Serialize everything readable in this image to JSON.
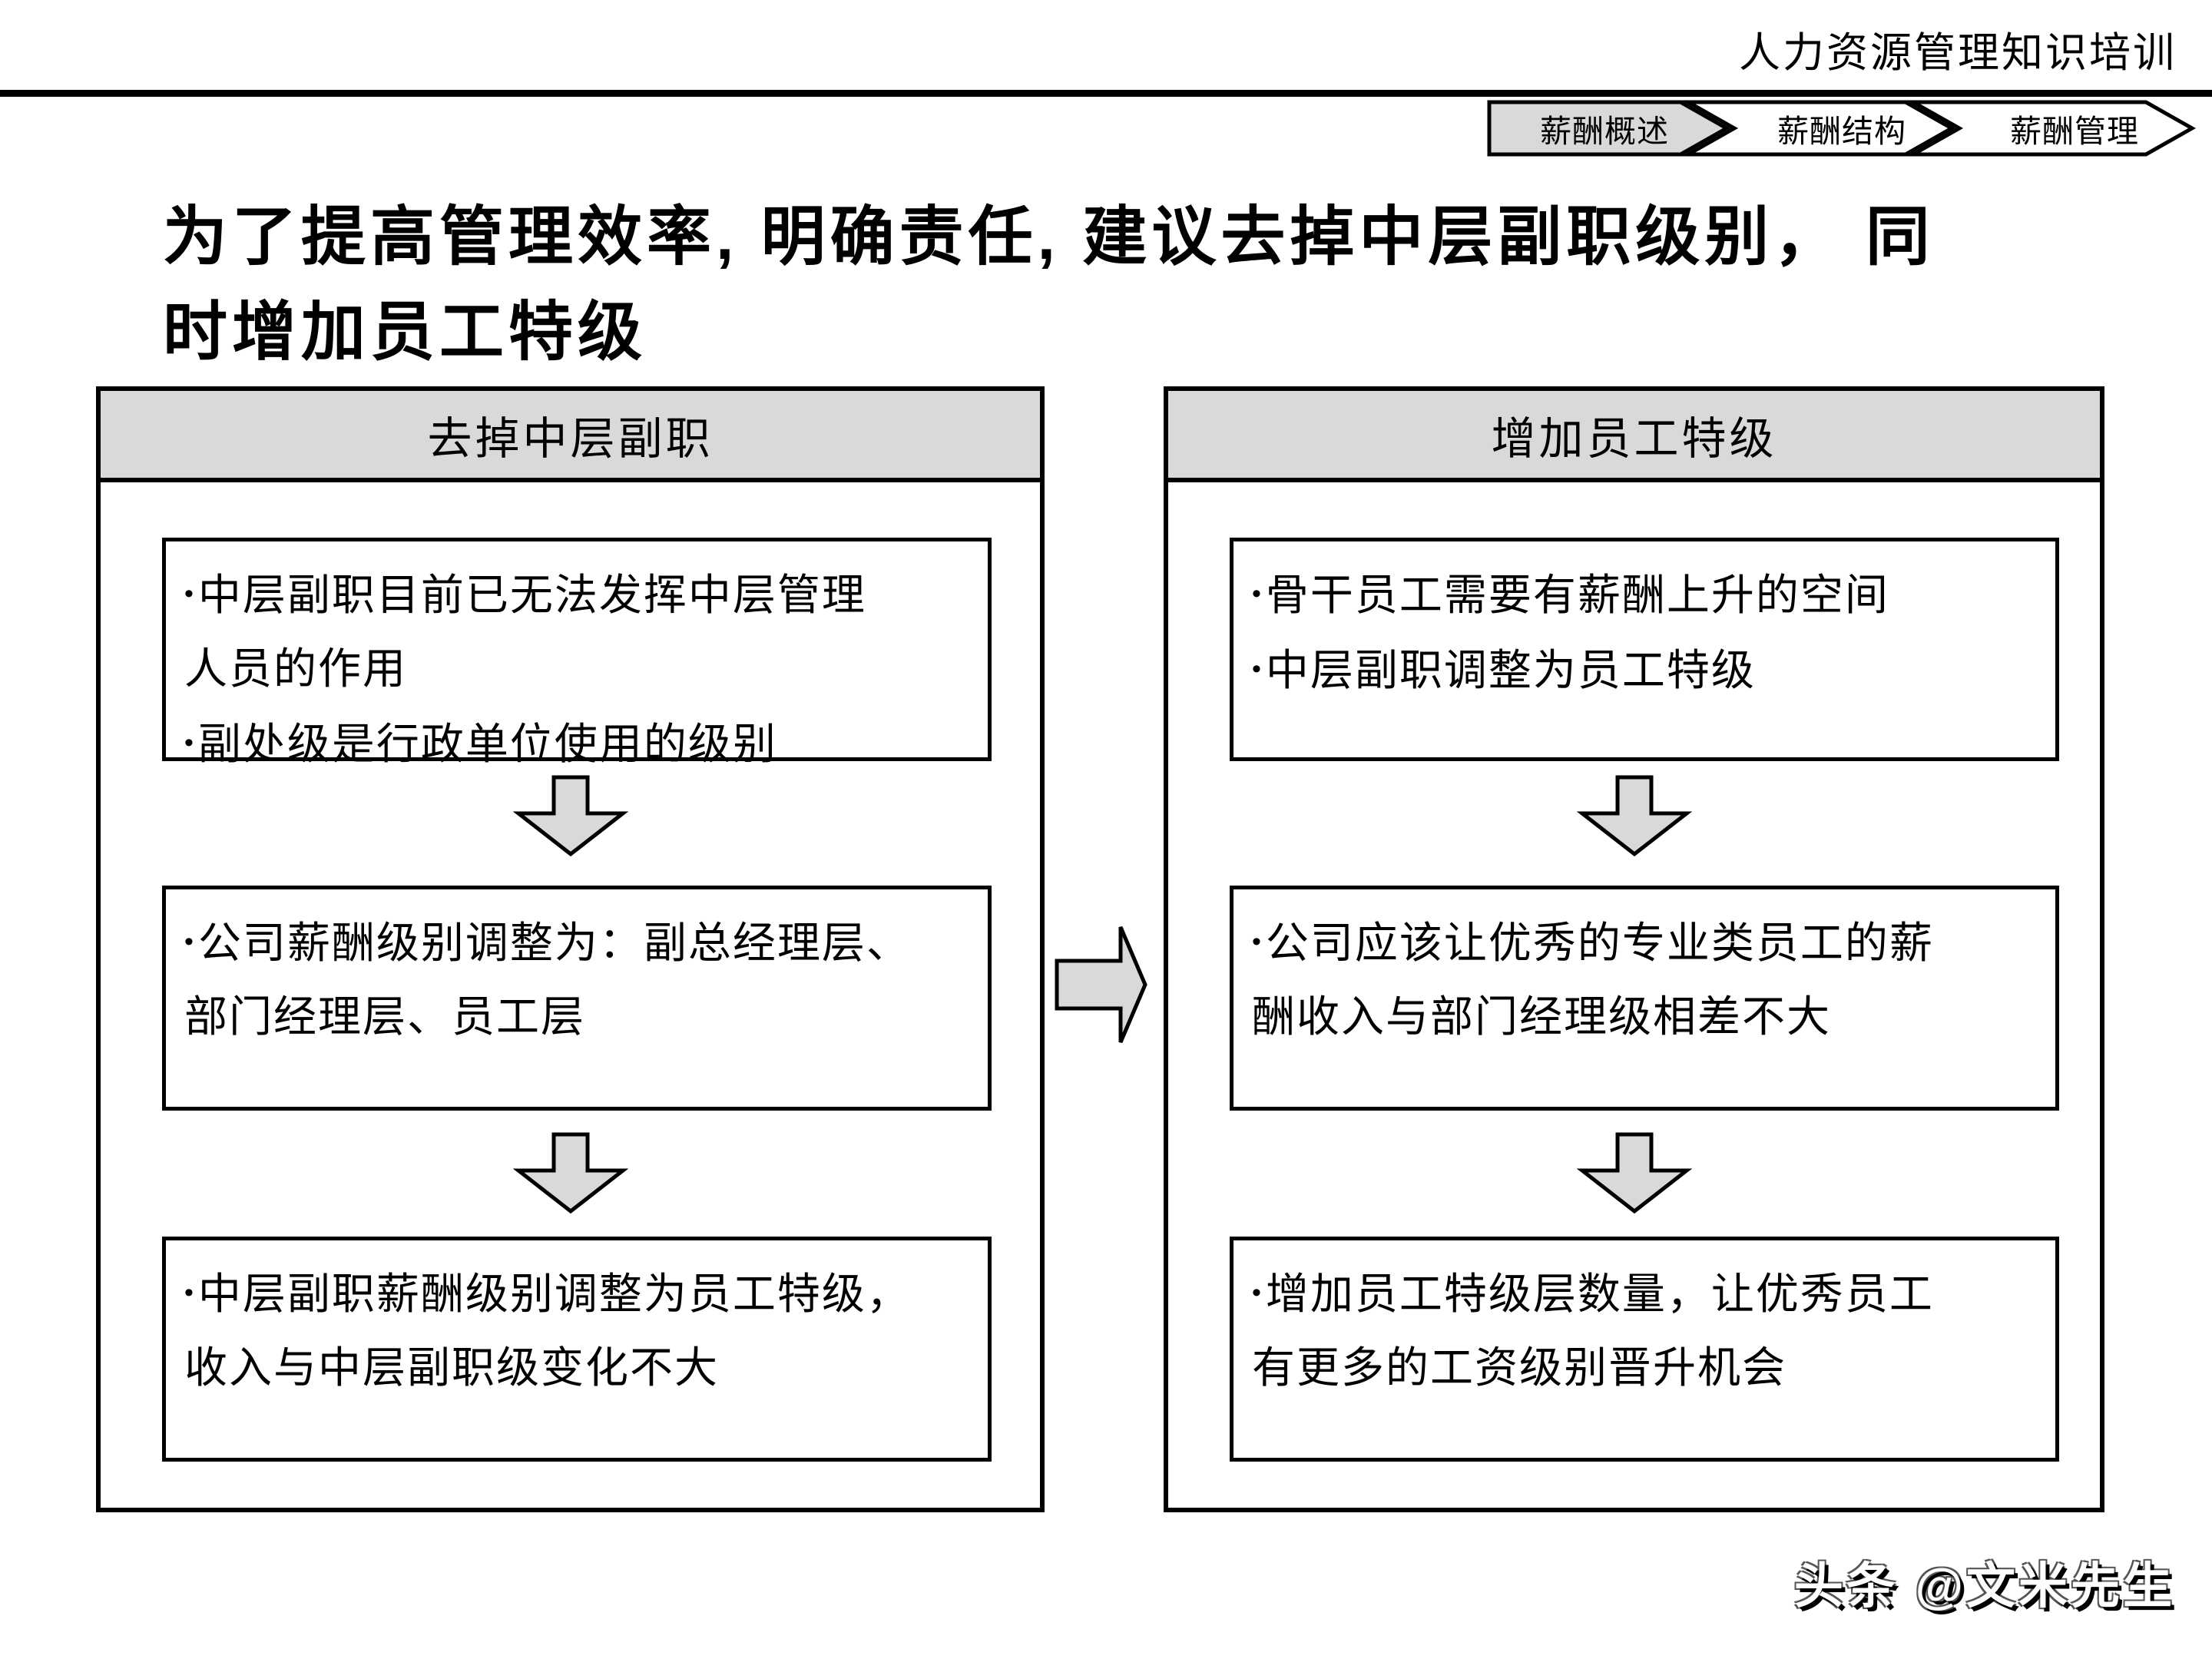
{
  "page": {
    "brand_header": "人力资源管理知识培训",
    "title": "为了提高管理效率, 明确责任, 建议去掉中层副职级别， 同\n时增加员工特级",
    "watermark": "头条 @文米先生",
    "bullet_char": "•"
  },
  "tabs": [
    {
      "label": "薪酬概述",
      "active": true
    },
    {
      "label": "薪酬结构",
      "active": false
    },
    {
      "label": "薪酬管理",
      "active": false
    }
  ],
  "columns": [
    {
      "header": "去掉中层副职",
      "boxes": [
        {
          "bullets": [
            "中层副职目前已无法发挥中层管理\n人员的作用",
            "副处级是行政单位使用的级别"
          ]
        },
        {
          "bullets": [
            "公司薪酬级别调整为：副总经理层、\n部门经理层、员工层"
          ]
        },
        {
          "bullets": [
            "中层副职薪酬级别调整为员工特级，\n收入与中层副职级变化不大"
          ]
        }
      ]
    },
    {
      "header": "增加员工特级",
      "boxes": [
        {
          "bullets": [
            "骨干员工需要有薪酬上升的空间",
            "中层副职调整为员工特级"
          ]
        },
        {
          "bullets": [
            "公司应该让优秀的专业类员工的薪\n酬收入与部门经理级相差不大"
          ]
        },
        {
          "bullets": [
            "增加员工特级层数量，让优秀员工\n有更多的工资级别晋升机会"
          ]
        }
      ]
    }
  ],
  "colors": {
    "fill_gray": "#d9d9d9",
    "border": "#000000",
    "background": "#ffffff"
  }
}
